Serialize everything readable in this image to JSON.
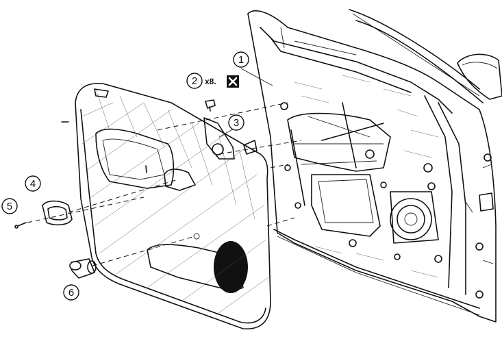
{
  "callouts": [
    {
      "id": "1",
      "label": "1"
    },
    {
      "id": "2",
      "label": "2"
    },
    {
      "id": "3",
      "label": "3"
    },
    {
      "id": "4",
      "label": "4"
    },
    {
      "id": "5",
      "label": "5"
    },
    {
      "id": "6",
      "label": "6"
    }
  ],
  "quantity_note": "x8.",
  "icons": {
    "remove_mark": "cross-box-icon"
  }
}
